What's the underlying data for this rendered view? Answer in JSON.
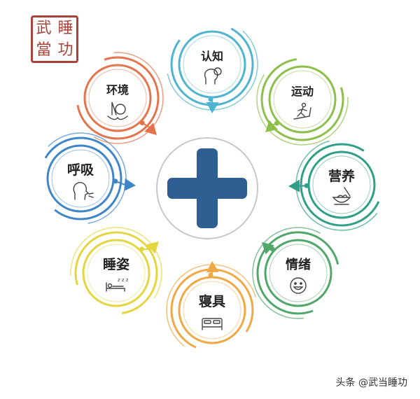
{
  "seal": {
    "chars": [
      "睡",
      "武",
      "功",
      "當"
    ]
  },
  "center": {
    "symbol": "plus"
  },
  "nodes": [
    {
      "id": "cognition",
      "label": "认知",
      "icon": "brain-head-icon",
      "color": "#4fb4cf"
    },
    {
      "id": "exercise",
      "label": "运动",
      "icon": "treadmill-runner-icon",
      "color": "#8cc04a"
    },
    {
      "id": "nutrition",
      "label": "营养",
      "icon": "food-bowl-icon",
      "color": "#2f9f8a"
    },
    {
      "id": "emotion",
      "label": "情绪",
      "icon": "smiley-face-icon",
      "color": "#4fa86a"
    },
    {
      "id": "bedding",
      "label": "寝具",
      "icon": "bed-icon",
      "color": "#f0a844"
    },
    {
      "id": "sleep_posture",
      "label": "睡姿",
      "icon": "sleeping-person-icon",
      "color": "#e4d640"
    },
    {
      "id": "breathing",
      "label": "呼吸",
      "icon": "breathing-head-icon",
      "color": "#3f86c9"
    },
    {
      "id": "environment",
      "label": "环境",
      "icon": "plant-environment-icon",
      "color": "#e3744e"
    }
  ],
  "watermark": "头条 @武当睡功"
}
